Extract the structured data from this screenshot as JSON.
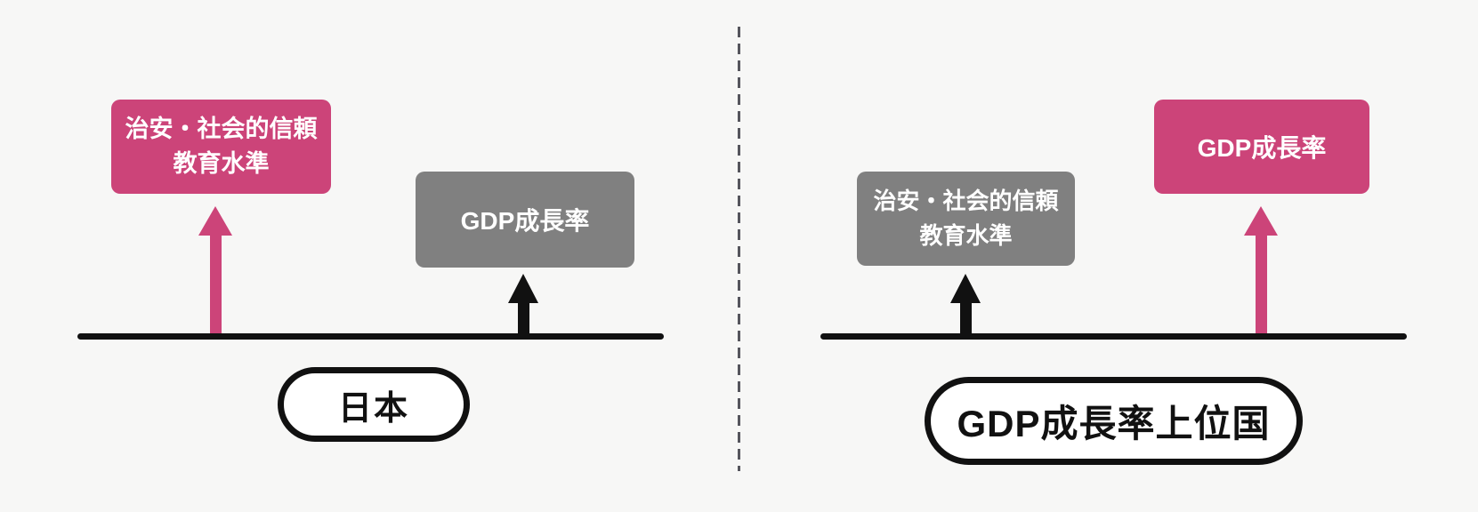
{
  "colors": {
    "background": "#f7f7f6",
    "pink": "#cc4479",
    "gray": "#808080",
    "line_black": "#111111",
    "divider": "#55555d"
  },
  "panels": [
    {
      "id": "japan",
      "label": "日本",
      "boxes": [
        {
          "id": "safety-education",
          "line1": "治安・社会的信頼",
          "line2": "教育水準",
          "color": "pink",
          "arrow": "tall-pink"
        },
        {
          "id": "gdp-growth",
          "line1": "GDP成長率",
          "color": "gray",
          "arrow": "short-black"
        }
      ]
    },
    {
      "id": "gdp-top-countries",
      "label": "GDP成長率上位国",
      "boxes": [
        {
          "id": "safety-education",
          "line1": "治安・社会的信頼",
          "line2": "教育水準",
          "color": "gray",
          "arrow": "short-black"
        },
        {
          "id": "gdp-growth",
          "line1": "GDP成長率",
          "color": "pink",
          "arrow": "tall-pink"
        }
      ]
    }
  ]
}
